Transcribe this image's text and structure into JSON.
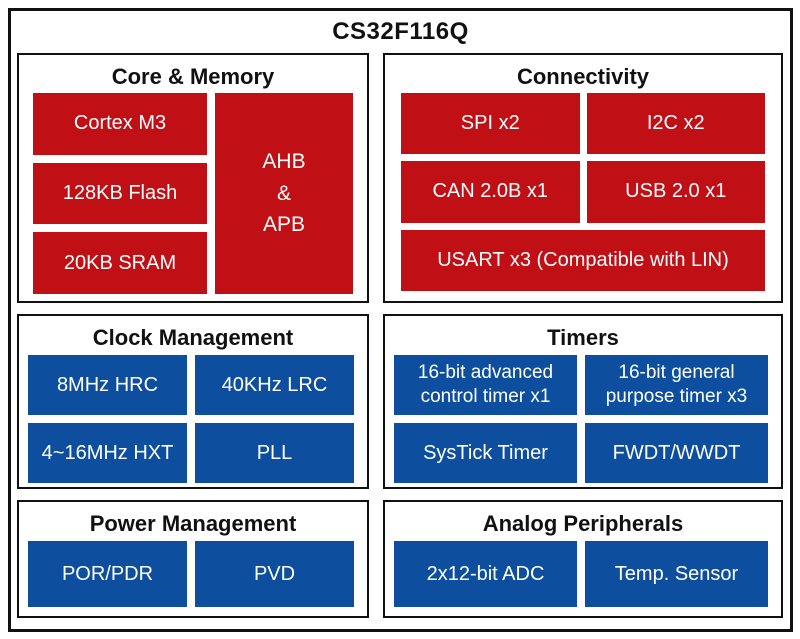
{
  "title": "CS32F116Q",
  "colors": {
    "red": "#C01015",
    "blue": "#0D4F9E",
    "border": "#111111",
    "block_text": "#ffffff"
  },
  "sections": {
    "core_memory": {
      "title": "Core & Memory",
      "blocks": {
        "cpu": "Cortex M3",
        "flash": "128KB Flash",
        "sram": "20KB SRAM",
        "bus": "AHB\n&\nAPB"
      }
    },
    "connectivity": {
      "title": "Connectivity",
      "blocks": {
        "spi": "SPI x2",
        "i2c": "I2C x2",
        "can": "CAN 2.0B x1",
        "usb": "USB 2.0 x1",
        "usart": "USART x3 (Compatible with LIN)"
      }
    },
    "clock": {
      "title": "Clock Management",
      "blocks": {
        "hrc": "8MHz HRC",
        "lrc": "40KHz LRC",
        "hxt": "4~16MHz HXT",
        "pll": "PLL"
      }
    },
    "timers": {
      "title": "Timers",
      "blocks": {
        "advanced": "16-bit advanced control timer x1",
        "general": "16-bit general purpose timer x3",
        "systick": "SysTick Timer",
        "watchdog": "FWDT/WWDT"
      }
    },
    "power": {
      "title": "Power Management",
      "blocks": {
        "por": "POR/PDR",
        "pvd": "PVD"
      }
    },
    "analog": {
      "title": "Analog Peripherals",
      "blocks": {
        "adc": "2x12-bit ADC",
        "temp": "Temp. Sensor"
      }
    }
  }
}
